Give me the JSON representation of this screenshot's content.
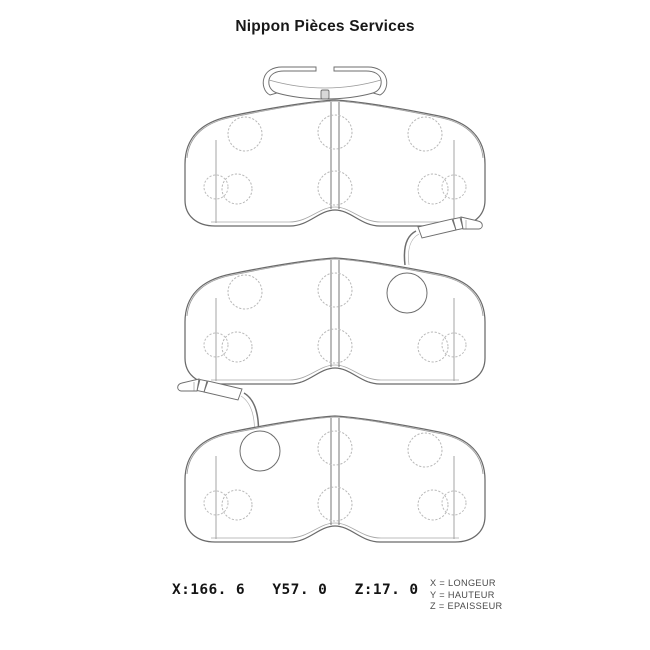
{
  "header": {
    "title": "Nippon Pièces Services"
  },
  "dimensions": {
    "text": "X:166. 6   Y57. 0   Z:17. 0",
    "x_label": "X",
    "x_value": "166.6",
    "y_label": "Y",
    "y_value": "57.0",
    "z_label": "Z",
    "z_value": "17.0"
  },
  "legend": {
    "lines": [
      "X = LONGEUR",
      "Y = HAUTEUR",
      "Z = EPAISSEUR"
    ]
  },
  "drawing": {
    "type": "technical-line-drawing",
    "subject": "brake-pad-set",
    "part_count": 3,
    "colors": {
      "background": "#ffffff",
      "outline": "#5a5a5a",
      "hole_dashed": "#b4b4b4",
      "inner_line": "#9a9a9a",
      "text": "#141414"
    },
    "pads": [
      {
        "name": "pad-top",
        "label": "brake pad with retaining clip",
        "holes": 6,
        "has_clip": true,
        "has_sensor": false,
        "sensor_side": null
      },
      {
        "name": "pad-middle",
        "label": "brake pad with wear sensor right",
        "holes": 6,
        "has_clip": false,
        "has_sensor": true,
        "sensor_side": "right"
      },
      {
        "name": "pad-bottom",
        "label": "brake pad with wear sensor left",
        "holes": 6,
        "has_clip": false,
        "has_sensor": true,
        "sensor_side": "left"
      }
    ]
  }
}
